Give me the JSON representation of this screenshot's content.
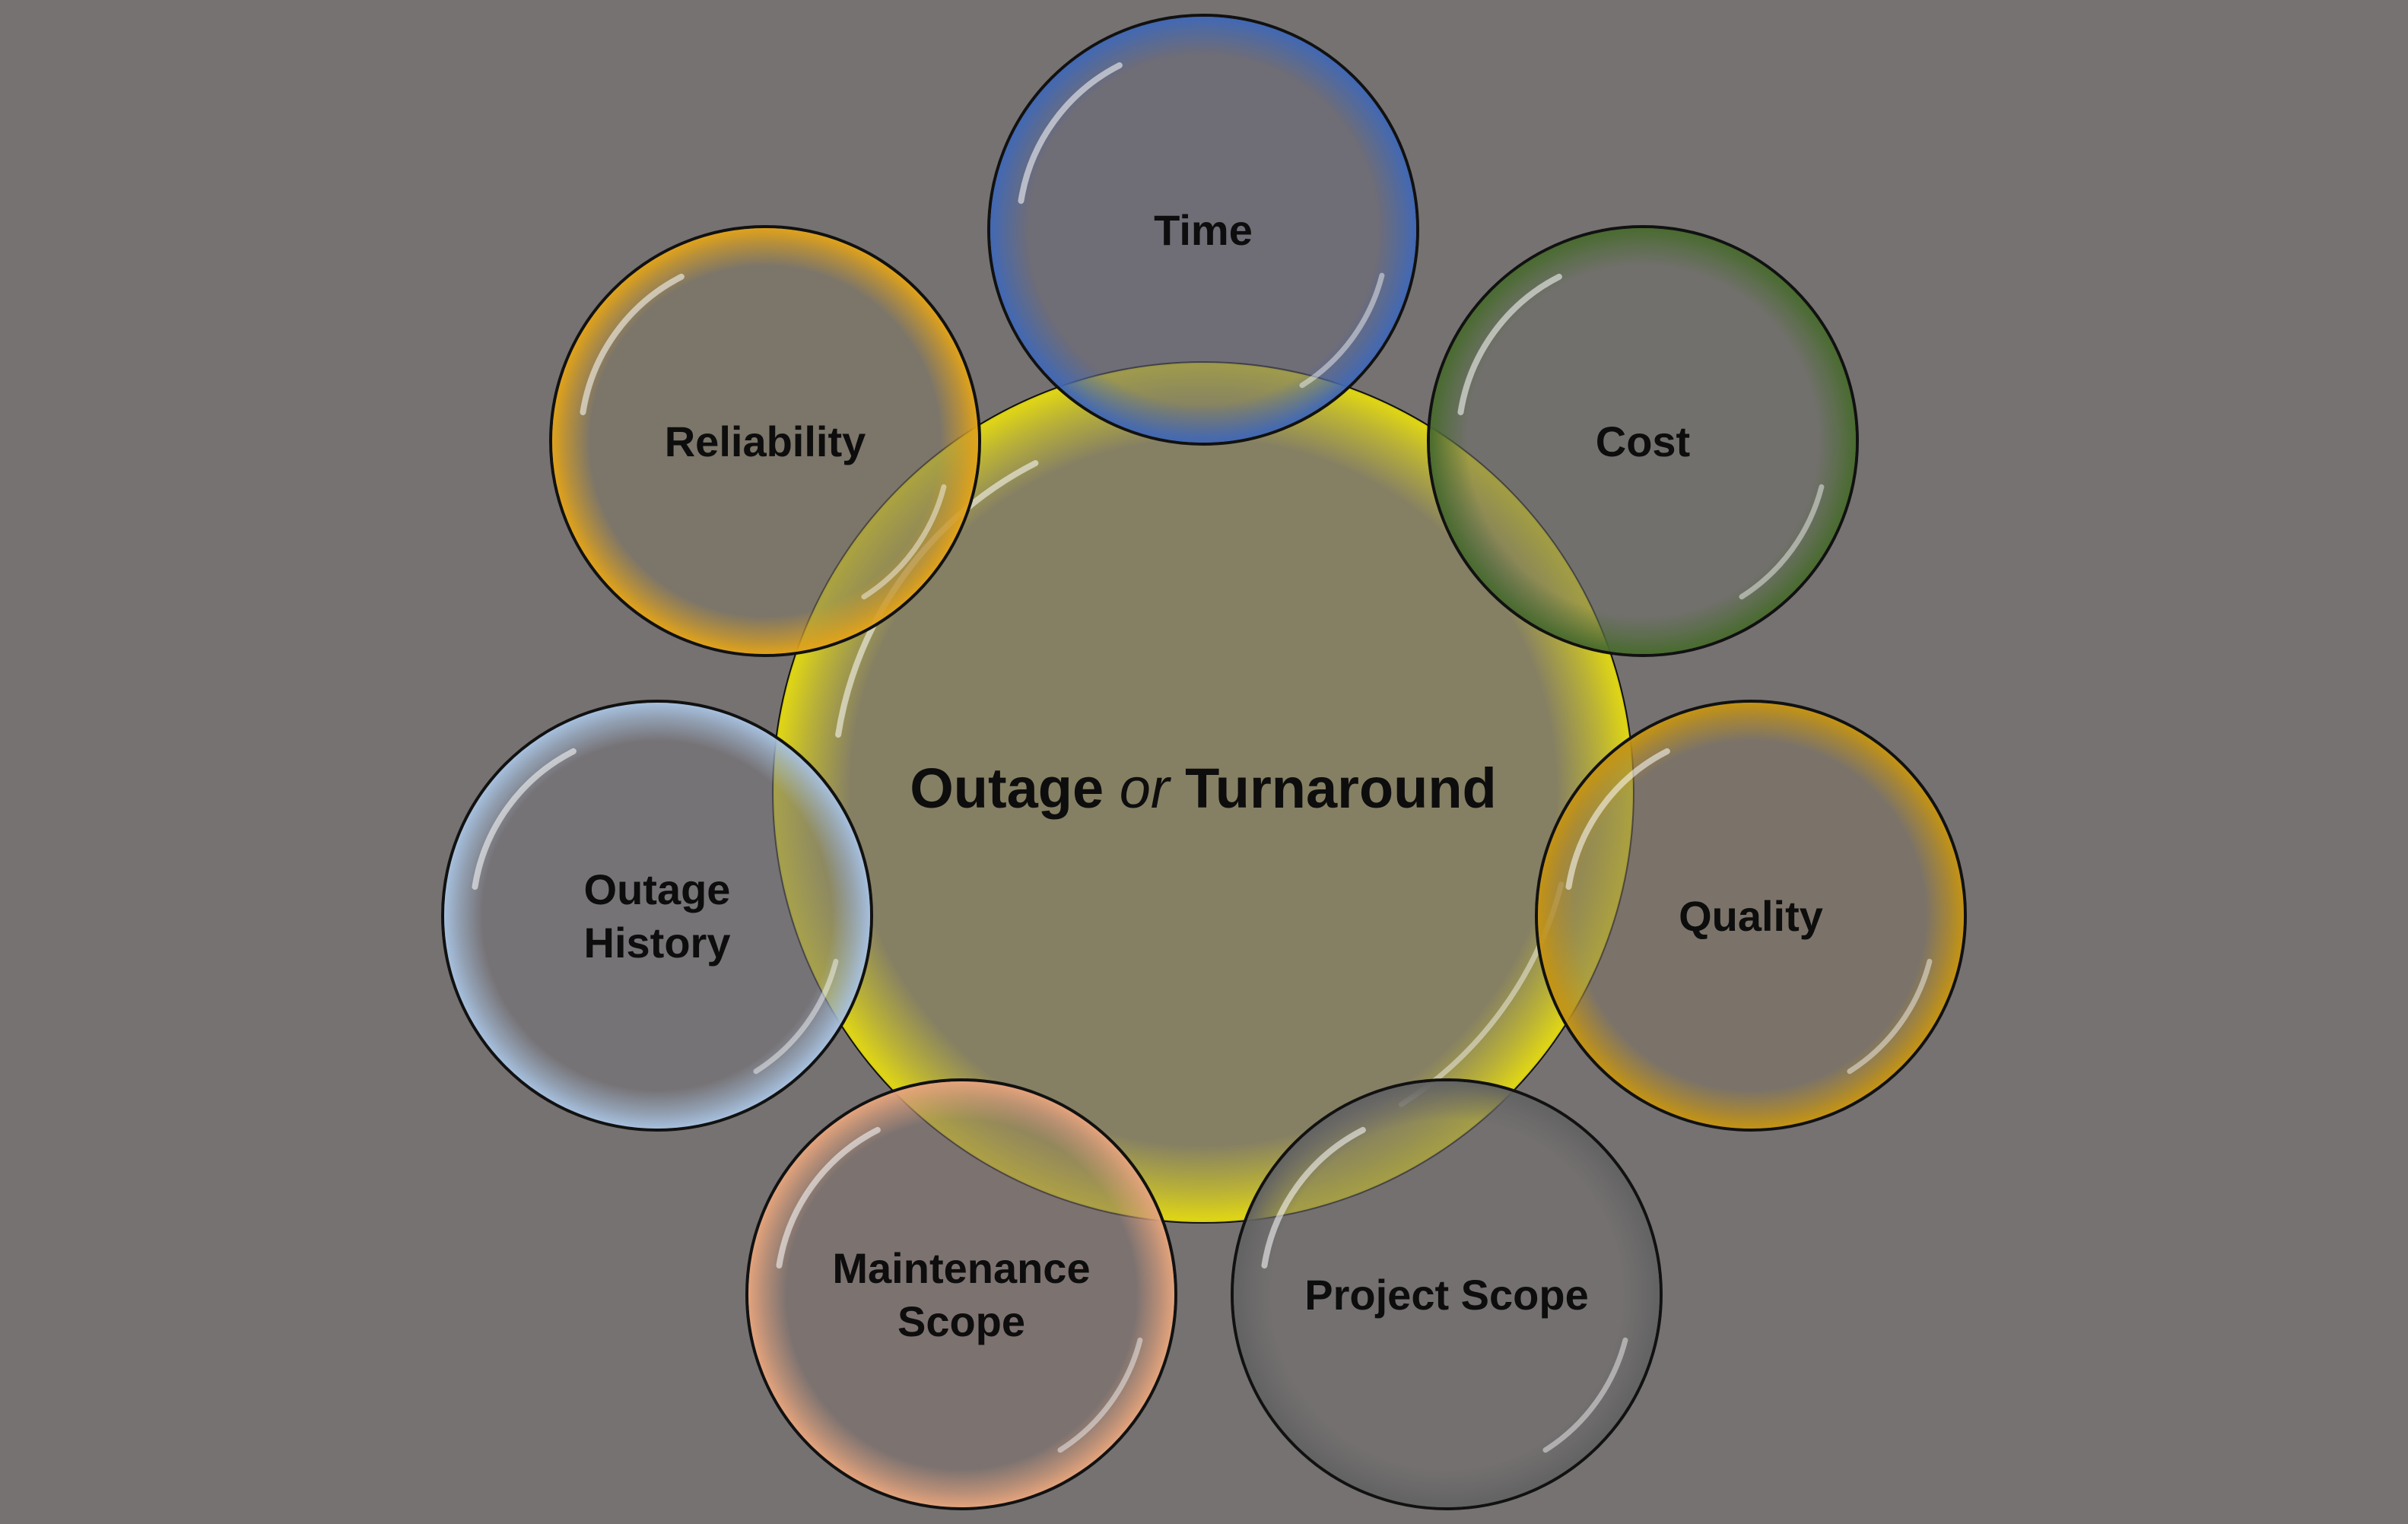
{
  "center": {
    "label_part1": "Outage",
    "label_connector": "or",
    "label_part2": "Turnaround",
    "color": "#e6dc10"
  },
  "satellites": [
    {
      "id": "time",
      "lines": [
        "Time"
      ],
      "color": "#3f68b8"
    },
    {
      "id": "cost",
      "lines": [
        "Cost"
      ],
      "color": "#476b2c"
    },
    {
      "id": "quality",
      "lines": [
        "Quality"
      ],
      "color": "#c8950f"
    },
    {
      "id": "project-scope",
      "lines": [
        "Project Scope"
      ],
      "color": "#626262"
    },
    {
      "id": "maintenance-scope",
      "lines": [
        "Maintenance",
        "Scope"
      ],
      "color": "#e8a57c"
    },
    {
      "id": "outage-history",
      "lines": [
        "Outage",
        "History"
      ],
      "color": "#a8c3e2"
    },
    {
      "id": "reliability",
      "lines": [
        "Reliability"
      ],
      "color": "#e5a416"
    }
  ]
}
